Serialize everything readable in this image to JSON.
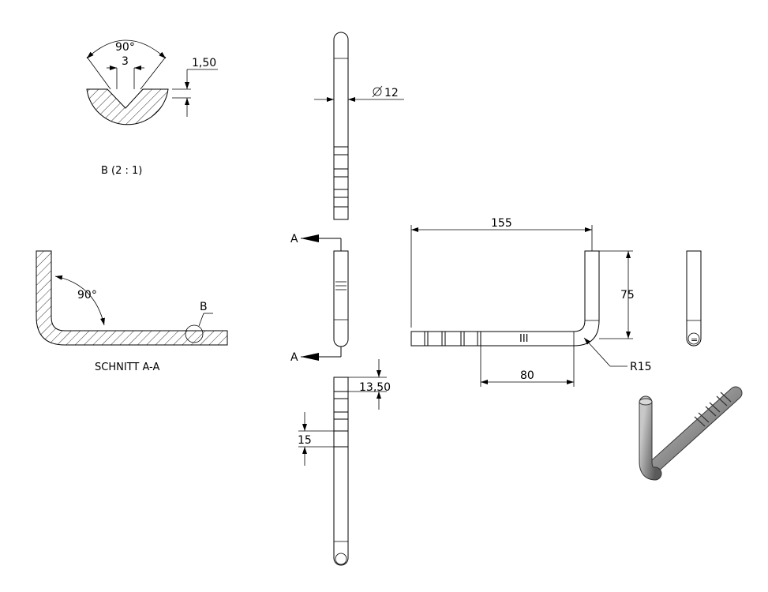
{
  "detail_b": {
    "angle": "90°",
    "width": "3",
    "depth": "1,50",
    "caption": "B (2 : 1)"
  },
  "section_aa": {
    "angle": "90°",
    "detail_ref": "B",
    "caption": "SCHNITT A-A"
  },
  "top_view": {
    "diameter_value": "12"
  },
  "middle_view": {
    "cut_label_top": "A",
    "cut_label_bottom": "A"
  },
  "bottom_view": {
    "groove_offset": "13,50",
    "groove_pitch": "15"
  },
  "front_view": {
    "overall_length": "155",
    "height": "75",
    "straight_length": "80",
    "radius": "R15",
    "groove_mark": "III"
  },
  "end_view": {
    "end_mark": "="
  },
  "iso_view": {
    "color": "#9a9a9a"
  }
}
